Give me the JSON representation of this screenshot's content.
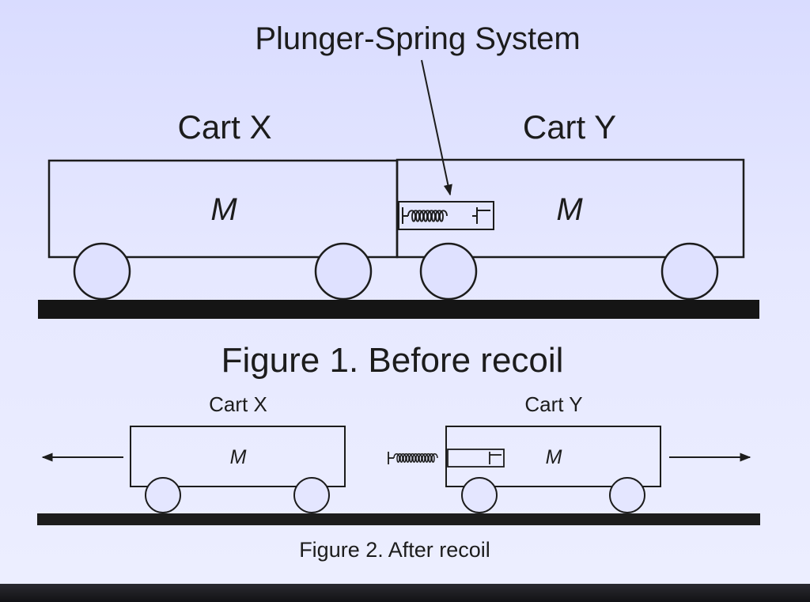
{
  "figure1": {
    "callout": "Plunger-Spring System",
    "cart_x_label": "Cart X",
    "cart_y_label": "Cart Y",
    "cart_x_mass": "M",
    "cart_y_mass": "M",
    "caption": "Figure 1. Before recoil"
  },
  "figure2": {
    "cart_x_label": "Cart X",
    "cart_y_label": "Cart Y",
    "cart_x_mass": "M",
    "cart_y_mass": "M",
    "caption": "Figure 2. After recoil"
  }
}
